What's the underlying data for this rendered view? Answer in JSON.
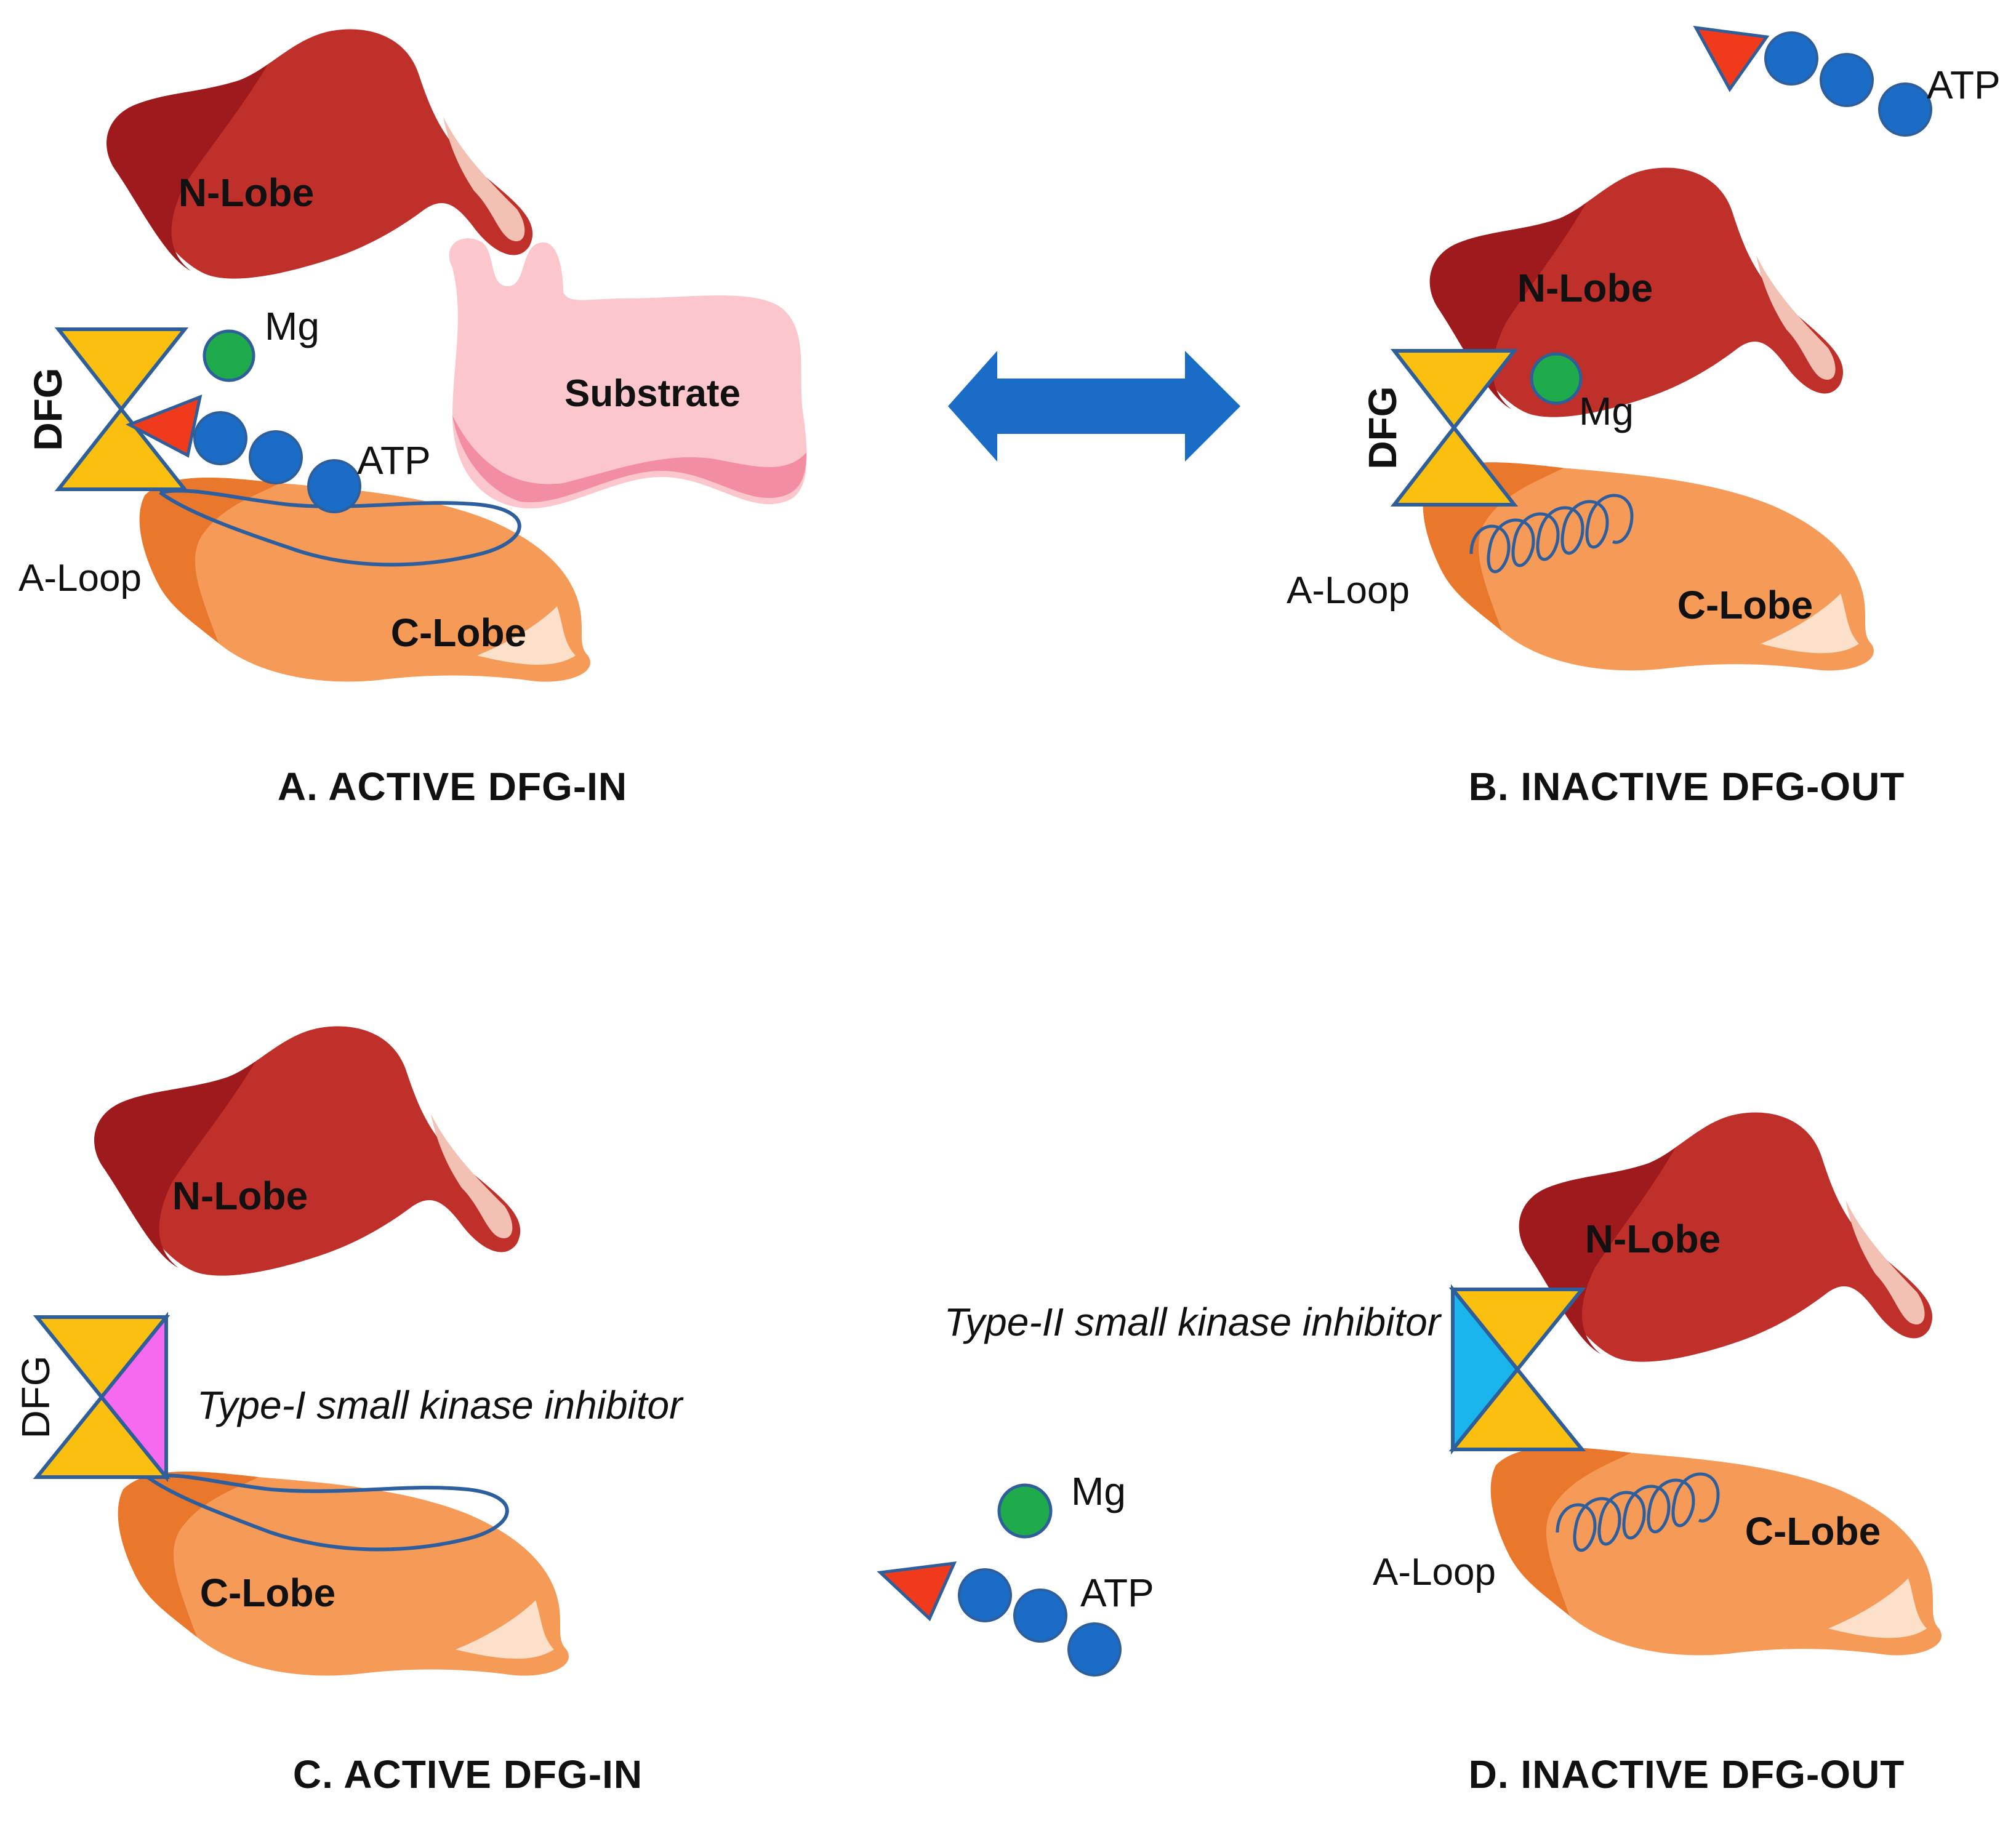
{
  "colors": {
    "n_lobe": "#c0302b",
    "n_lobe_dark": "#9e1a1c",
    "n_lobe_highlight": "#f3c1b3",
    "c_lobe": "#f59a57",
    "c_lobe_dark": "#e9772c",
    "c_lobe_highlight": "#fde0c9",
    "substrate": "#fbc6cc",
    "substrate_dark": "#f38da2",
    "dfg_triangle": "#fbbf0f",
    "dfg_outline": "#2f5f9b",
    "mg": "#1faa4c",
    "atp_phosphate": "#1a6cc6",
    "atp_triangle": "#ef3a1b",
    "a_loop": "#2d5f9e",
    "arrow": "#1a6cc6",
    "type1_inhibitor": "#f66af0",
    "type2_inhibitor": "#19b5ec"
  },
  "panels": {
    "a": {
      "caption": "A. ACTIVE DFG-IN",
      "n_lobe": "N-Lobe",
      "c_lobe": "C-Lobe",
      "dfg": "DFG",
      "mg": "Mg",
      "atp": "ATP",
      "a_loop": "A-Loop",
      "substrate": "Substrate"
    },
    "b": {
      "caption": "B. INACTIVE DFG-OUT",
      "n_lobe": "N-Lobe",
      "c_lobe": "C-Lobe",
      "dfg": "DFG",
      "mg": "Mg",
      "atp": "ATP",
      "a_loop": "A-Loop"
    },
    "c": {
      "caption": "C. ACTIVE DFG-IN",
      "n_lobe": "N-Lobe",
      "c_lobe": "C-Lobe",
      "dfg": "DFG",
      "inhibitor": "Type-I small kinase inhibitor",
      "mg": "Mg",
      "atp": "ATP"
    },
    "d": {
      "caption": "D. INACTIVE DFG-OUT",
      "n_lobe": "N-Lobe",
      "c_lobe": "C-Lobe",
      "inhibitor": "Type-II small kinase inhibitor",
      "a_loop": "A-Loop"
    }
  }
}
